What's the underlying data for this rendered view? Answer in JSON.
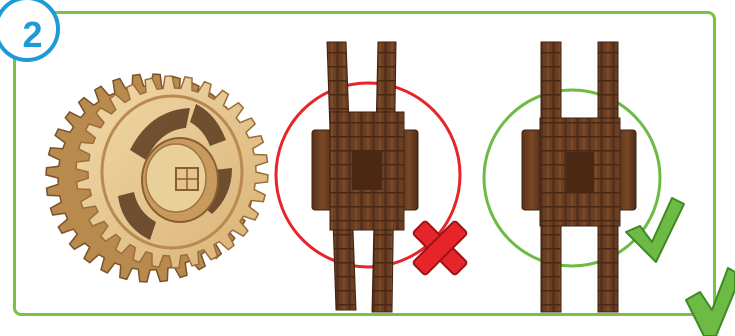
{
  "step": {
    "number": "2"
  },
  "colors": {
    "frame": "#7cc242",
    "badge": "#1d9bd7",
    "wrong_circle": "#e5252a",
    "correct_circle": "#6dbb45",
    "wood_light": "#e8c98f",
    "wood_dark": "#6b3f22"
  },
  "illustrations": [
    {
      "name": "gear-assembly",
      "kind": "wooden double gear on axle"
    },
    {
      "name": "incorrect-assembly",
      "verdict": "wrong",
      "icon": "red-cross-icon"
    },
    {
      "name": "correct-assembly",
      "verdict": "correct",
      "icon": "green-check-icon"
    }
  ],
  "corner_mark": {
    "icon": "green-check-icon"
  }
}
